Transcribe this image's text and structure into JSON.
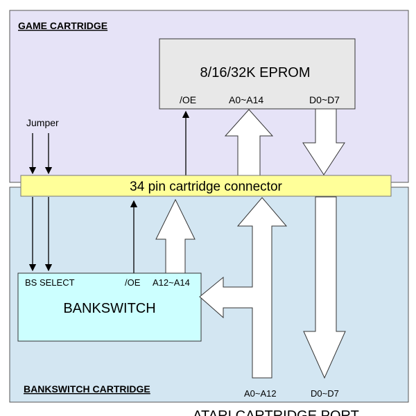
{
  "game_cartridge": {
    "title": "GAME CARTRIDGE",
    "color": "#e6e3f7"
  },
  "eprom": {
    "label": "8/16/32K EPROM",
    "pin_oe": "/OE",
    "pin_addr": "A0~A14",
    "pin_data": "D0~D7",
    "color": "#e8e8e8"
  },
  "jumper": {
    "label": "Jumper"
  },
  "connector": {
    "label": "34 pin cartridge connector",
    "color": "#ffff99"
  },
  "bankswitch_cartridge": {
    "title": "BANKSWITCH CARTRIDGE",
    "color": "#d3e6f2"
  },
  "bankswitch": {
    "label": "BANKSWITCH",
    "pin_select": "BS SELECT",
    "pin_oe": "/OE",
    "pin_addr": "A12~A14",
    "color": "#ccffff"
  },
  "port": {
    "addr_label": "A0~A12",
    "data_label": "D0~D7",
    "title": "ATARI CARTRIDGE PORT"
  }
}
